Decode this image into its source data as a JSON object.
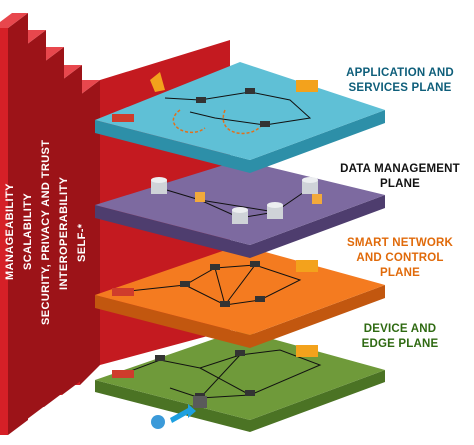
{
  "pillars": [
    {
      "label": "MANAGEABILITY"
    },
    {
      "label": "SCALABILITY"
    },
    {
      "label": "SECURITY, PRIVACY AND TRUST"
    },
    {
      "label": "INTEROPERABILITY"
    },
    {
      "label": "SELF-*"
    }
  ],
  "planes": [
    {
      "line1": "APPLICATION AND",
      "line2": "SERVICES PLANE",
      "color": "#0e5e7a",
      "fill": "#5fc0d6",
      "side": "#2d8fa8"
    },
    {
      "line1": "DATA MANAGEMENT",
      "line2": "PLANE",
      "color": "#111111",
      "fill": "#7d6aa0",
      "side": "#4e3d6e"
    },
    {
      "line1": "SMART NETWORK",
      "line2": "AND CONTROL",
      "line3": "PLANE",
      "color": "#e06a0a",
      "fill": "#f47b20",
      "side": "#c2570f"
    },
    {
      "line1": "DEVICE AND",
      "line2": "EDGE PLANE",
      "color": "#2f6a12",
      "fill": "#6f9a3a",
      "side": "#4b7324"
    }
  ],
  "colors": {
    "pillar_front": "#d62027",
    "pillar_side": "#9c1318",
    "pillar_top": "#e8474d"
  }
}
